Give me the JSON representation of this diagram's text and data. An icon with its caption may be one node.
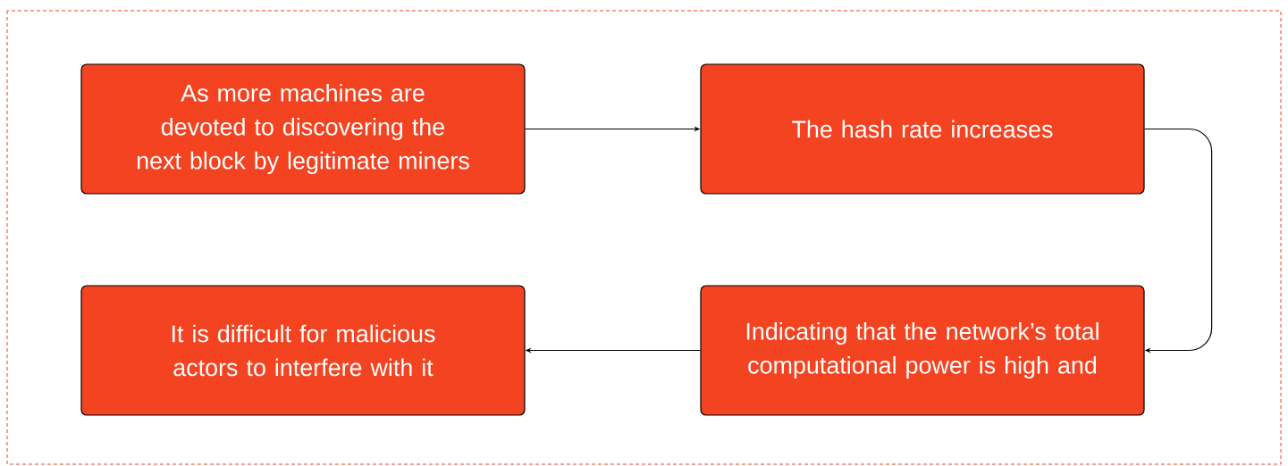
{
  "diagram": {
    "nodes": [
      {
        "text": [
          "As more machines are devoted to discovering the next block by legitimate miners"
        ]
      },
      {
        "text": [
          "The hash rate increases"
        ]
      },
      {
        "text": [
          "It is difficult for malicious actors to interfere with it"
        ]
      },
      {
        "text": [
          "Indicating that the network’s total computational power is high and"
        ]
      }
    ],
    "edges": [
      {
        "from": 0,
        "to": 1,
        "arrow": "to"
      },
      {
        "from": 1,
        "to": 3,
        "arrow": "to"
      },
      {
        "from": 3,
        "to": 2,
        "arrow": "to"
      }
    ]
  }
}
